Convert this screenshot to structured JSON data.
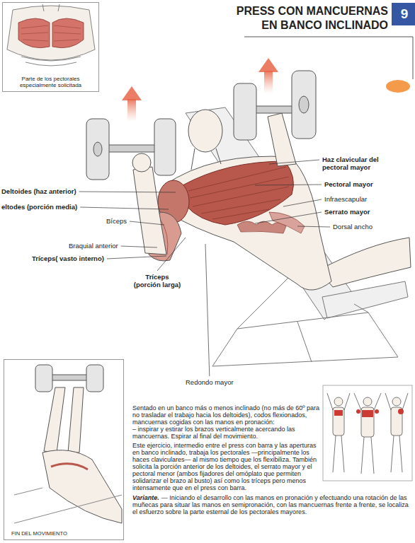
{
  "diagram": {
    "title": "PRESS CON MANCUERNAS EN BANCO INCLINADO",
    "nodes": [
      {
        "text": [
          "Parte de los pectorales especialmente solicitada"
        ]
      },
      {
        "text": [
          "9"
        ]
      },
      {
        "text": [
          "FIN DEL MOVIMIENTO"
        ]
      }
    ],
    "labels": [
      "Deltoides (haz anterior)",
      "eltodes (porción media)",
      "Bíceps",
      "Braquial anterior",
      "Tríceps( vasto interno)",
      "Tríceps (porción larga)",
      "Haz clavicular del pectoral mayor",
      "Pectoral mayor",
      "Infraescapular",
      "Serrato mayor",
      "Dorsal ancho",
      "Redondo mayor",
      "Sentado en un banco más o menos inclinado (no más de 60º para no trasladar el trabajo hacia los deltoides), codos flexionados, mancuernas cogidas con las manos en pronación:",
      "– inspirar y estirar los brazos verticalmente acercando las mancuernas. Espirar al final del movimiento.",
      "Este ejercicio, intermedio entre el press con barra y las aperturas en banco inclinado, trabaja los pectorales —principalmente los haces claviculares— al mismo tiempo que los flexibiliza. También solicita la porción anterior de los deltoides, el serrato mayor y el pectoral menor (ambos fijadores del omóplato que permiten solidarizar el brazo al busto) así como los tríceps pero menos intensamente que en el press con barra.",
      "Variante.",
      "— Iniciando el desarrollo con las manos en pronación y efectuando una rotación de las muñecas para situar las manos en semipronación, con las mancuernas frente a frente, se localiza el esfuerzo sobre la parte esternal de los pectorales mayores."
    ]
  }
}
